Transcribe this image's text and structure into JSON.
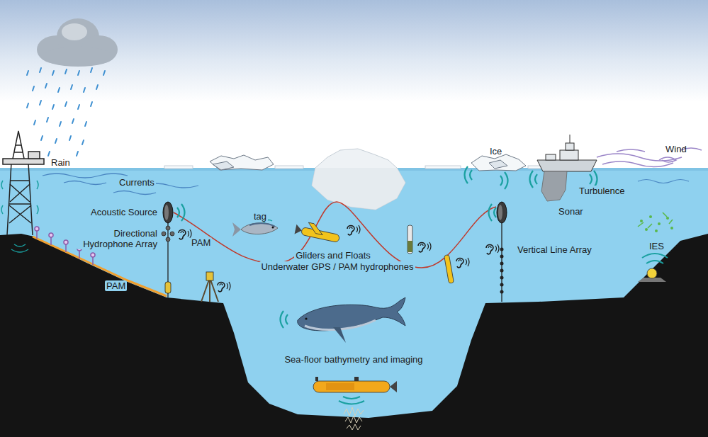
{
  "diagram": {
    "labels": [
      "Rain",
      "Ice",
      "Wind",
      "Currents",
      "Turbulence",
      "Acoustic Source",
      "Sonar",
      "tag",
      "Directional Hydrophone Array",
      "PAM",
      "Gliders and Floats",
      "Underwater GPS / PAM hydrophones",
      "Vertical Line Array",
      "IES",
      "PAM",
      "Sea-floor bathymetry and imaging"
    ]
  }
}
